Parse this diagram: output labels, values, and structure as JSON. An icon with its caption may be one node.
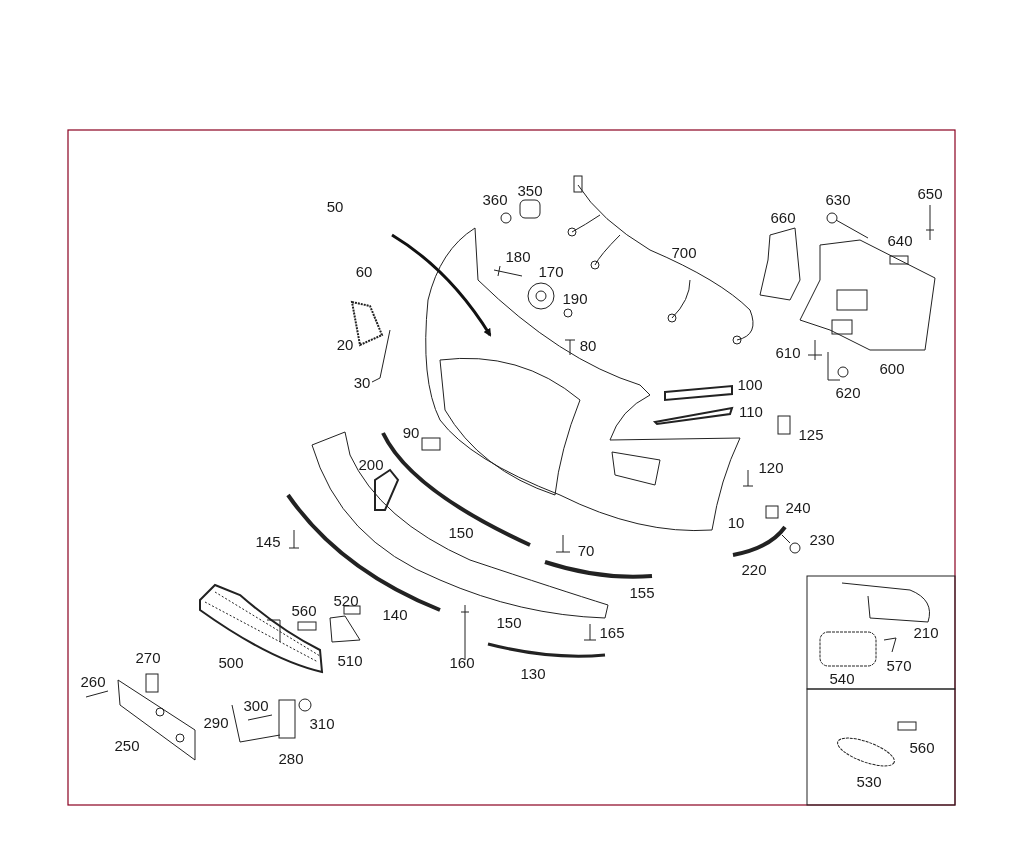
{
  "diagram": {
    "labels": [
      "50",
      "360",
      "350",
      "630",
      "650",
      "660",
      "180",
      "700",
      "640",
      "60",
      "170",
      "190",
      "20",
      "80",
      "610",
      "600",
      "30",
      "100",
      "620",
      "110",
      "90",
      "125",
      "200",
      "120",
      "240",
      "10",
      "145",
      "150",
      "230",
      "70",
      "220",
      "155",
      "560",
      "520",
      "140",
      "150",
      "165",
      "210",
      "270",
      "500",
      "510",
      "160",
      "570",
      "260",
      "130",
      "540",
      "300",
      "290",
      "310",
      "250",
      "560",
      "280",
      "530"
    ]
  }
}
